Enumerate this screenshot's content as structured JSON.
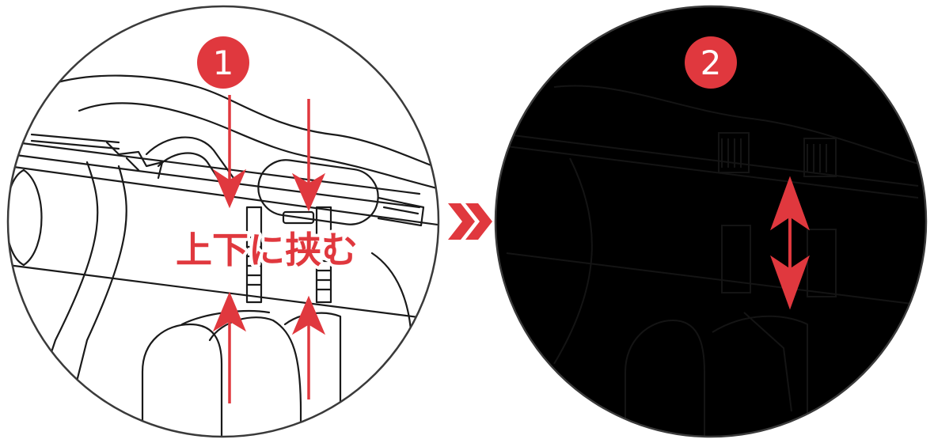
{
  "colors": {
    "accent": "#e0383e",
    "line": "#1a1a1a",
    "ring": "#3a3a3a",
    "panel_dark": "#000000",
    "panel_light": "#ffffff"
  },
  "steps": [
    {
      "number": "1",
      "caption": "上下に挟む"
    },
    {
      "number": "2",
      "caption": ""
    }
  ],
  "icons": {
    "separator": "double-chevron-right-icon",
    "press_arrows": "down-up-arrow-icon",
    "adjust_arrow": "vertical-double-arrow-icon"
  }
}
